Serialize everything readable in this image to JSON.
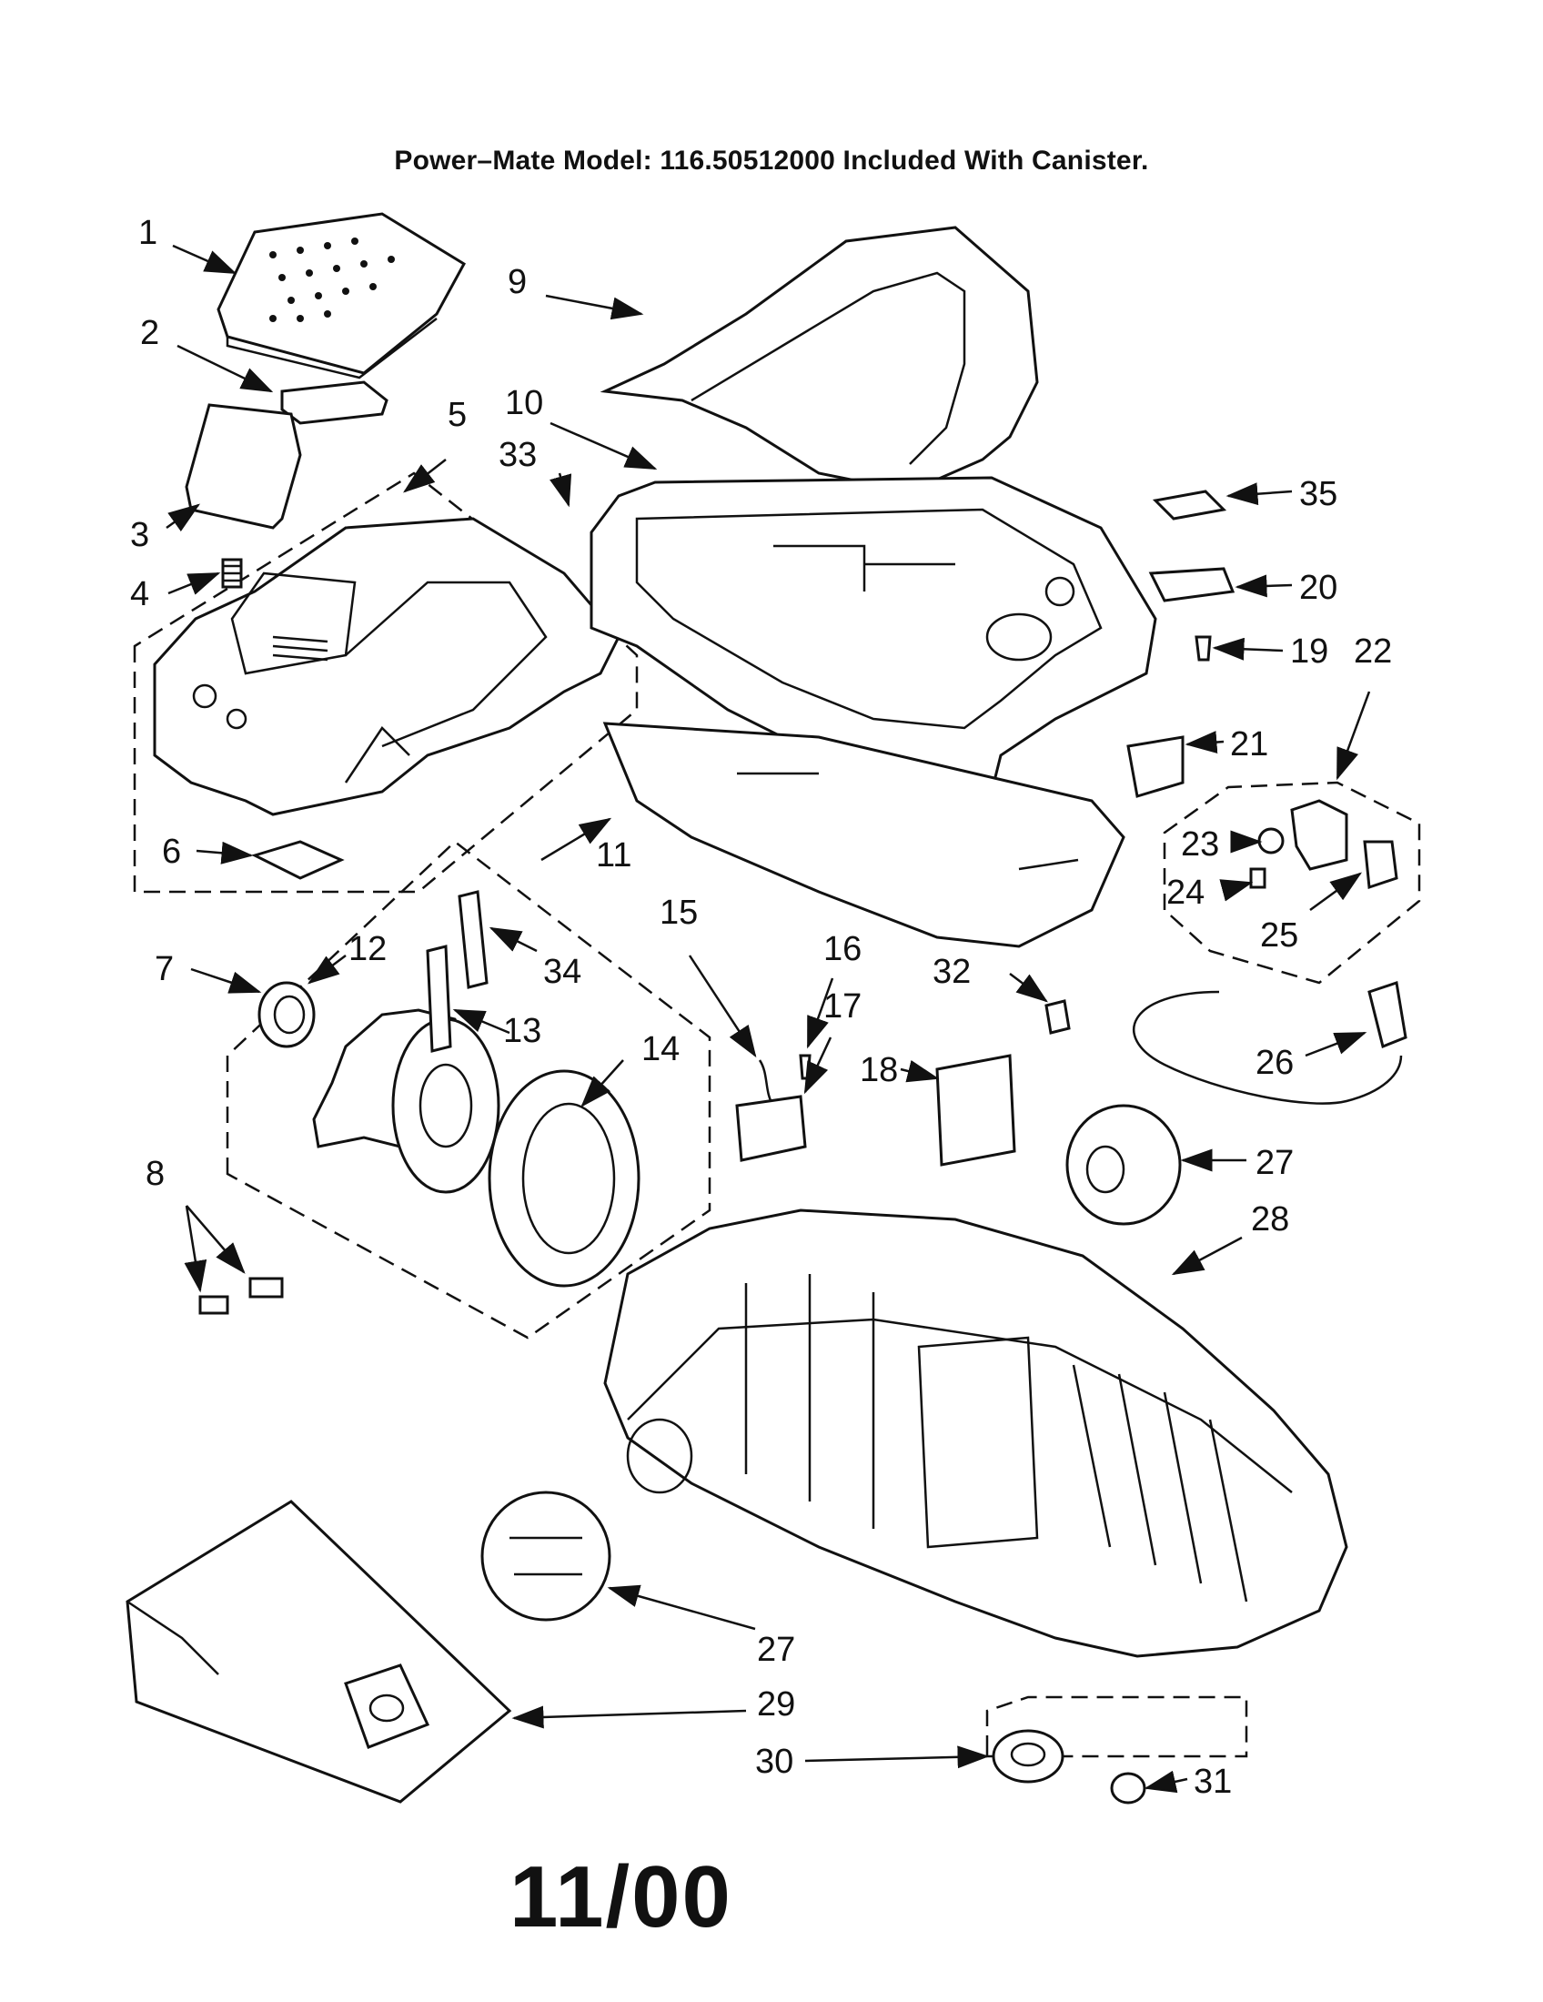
{
  "title": "Power–Mate Model: 116.50512000 Included With Canister.",
  "date_code": "11/00",
  "callouts": [
    "1",
    "2",
    "3",
    "4",
    "5",
    "6",
    "7",
    "8",
    "9",
    "10",
    "11",
    "12",
    "13",
    "14",
    "15",
    "16",
    "17",
    "18",
    "19",
    "20",
    "21",
    "22",
    "23",
    "24",
    "25",
    "26",
    "27",
    "27",
    "28",
    "29",
    "30",
    "31",
    "32",
    "33",
    "34",
    "35"
  ]
}
